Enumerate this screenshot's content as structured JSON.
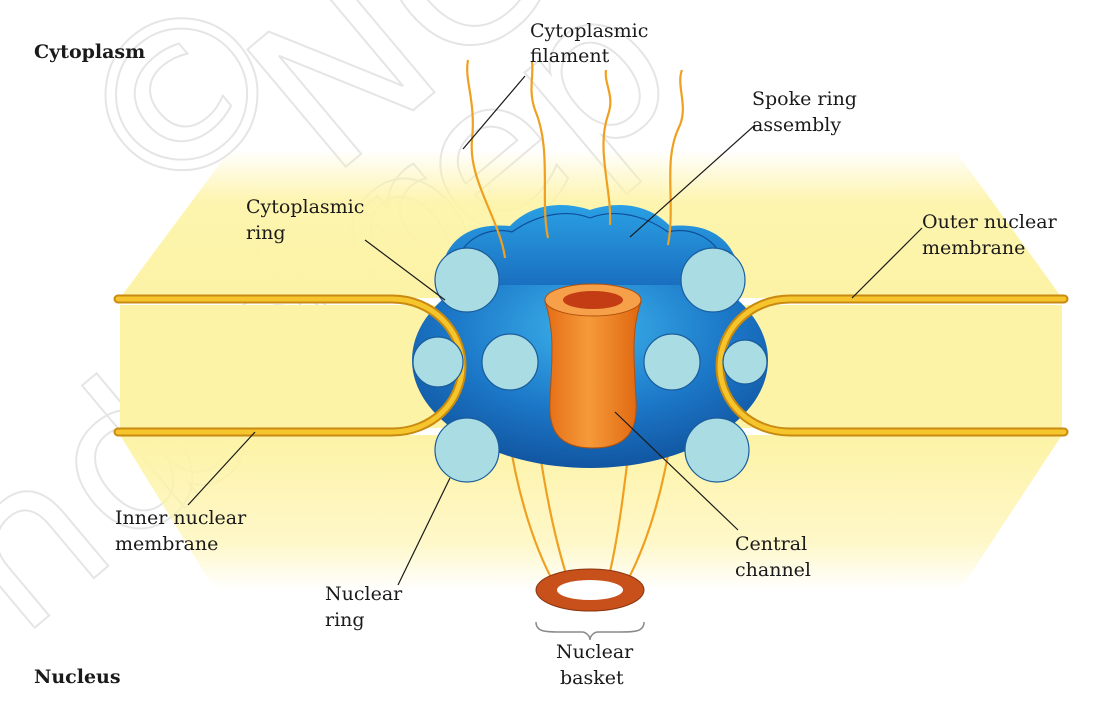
{
  "watermark": [
    "©",
    "NC",
    "be rep",
    "not to"
  ],
  "regions": {
    "top": "Cytoplasm",
    "bottom": "Nucleus"
  },
  "labels": {
    "cytoplasmic_filament": [
      "Cytoplasmic",
      "filament"
    ],
    "spoke_ring_assembly": [
      "Spoke ring",
      "assembly"
    ],
    "cytoplasmic_ring": [
      "Cytoplasmic",
      "ring"
    ],
    "outer_nuclear_membrane": [
      "Outer nuclear",
      "membrane"
    ],
    "inner_nuclear_membrane": [
      "Inner nuclear",
      "membrane"
    ],
    "central_channel": [
      "Central",
      "channel"
    ],
    "nuclear_ring": [
      "Nuclear",
      "ring"
    ],
    "nuclear_basket": [
      "Nuclear",
      "basket"
    ]
  },
  "colors": {
    "membrane_fill": "#fdf3a6",
    "membrane_line": "#f0b41c",
    "pore_blue_dark": "#1565b8",
    "pore_blue_light": "#2fa3e0",
    "ring_circle": "#a9dde3",
    "channel_orange": "#f0861e",
    "channel_dark": "#c0561a",
    "basket_ring": "#c8501a",
    "filament": "#f0a020"
  }
}
